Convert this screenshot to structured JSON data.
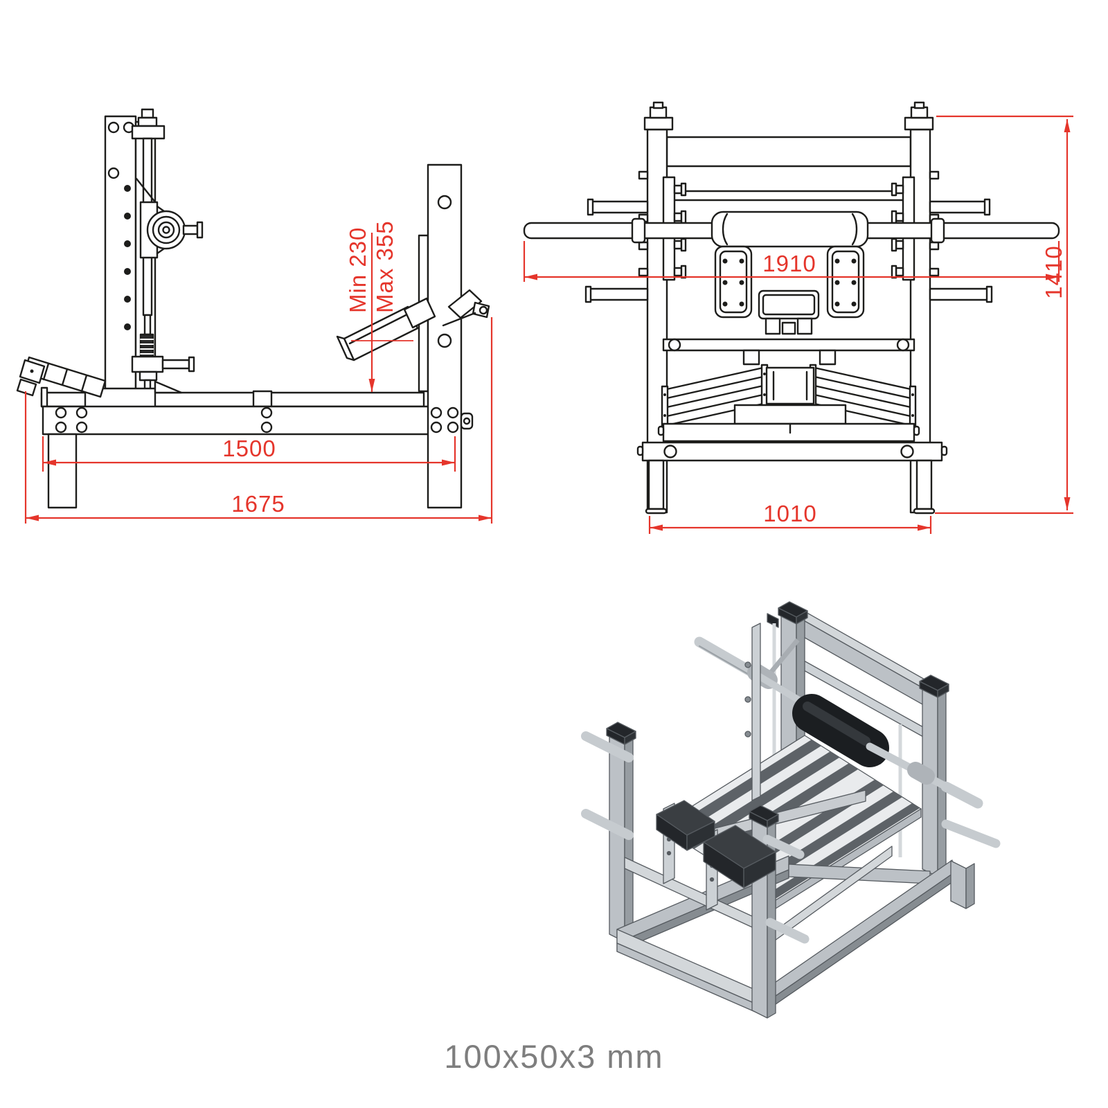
{
  "page": {
    "caption": "100x50x3 mm",
    "background": "#ffffff"
  },
  "colors": {
    "line_black": "#1d1d1b",
    "dimension_red": "#e5352b",
    "caption_gray": "#7e7e7e",
    "iso_light_gray": "#d3d7da",
    "iso_mid_gray": "#bcc1c6",
    "iso_dark_gray": "#979da2",
    "iso_black": "#23262a"
  },
  "side_view": {
    "title": "side-view-orthographic",
    "dims": {
      "height_min": "Min 230",
      "height_max": "Max 355",
      "inner_length": "1500",
      "total_length": "1675"
    }
  },
  "front_view": {
    "title": "front-view-orthographic",
    "dims": {
      "bar_width": "1910",
      "total_height": "1410",
      "base_width": "1010"
    }
  }
}
